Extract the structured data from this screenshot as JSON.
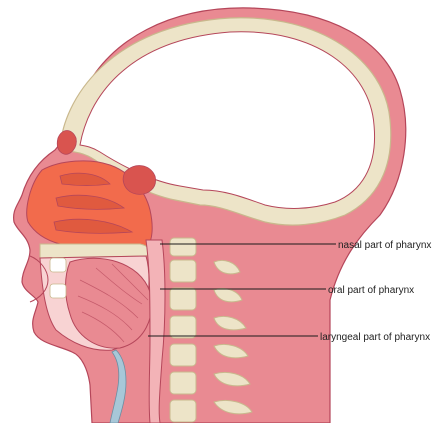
{
  "labels": {
    "nasal": "nasal part of pharynx",
    "oral": "oral part of pharynx",
    "laryngeal": "laryngeal part of pharynx"
  },
  "colors": {
    "skin": "#e98a92",
    "skin_light": "#f3b3b7",
    "bone": "#ede4c8",
    "bone_edge": "#c9b88d",
    "nasal_tissue": "#f26b4c",
    "cavity": "#f8d3d3",
    "outline": "#b5465a",
    "cartilage": "#a7c7d8"
  }
}
